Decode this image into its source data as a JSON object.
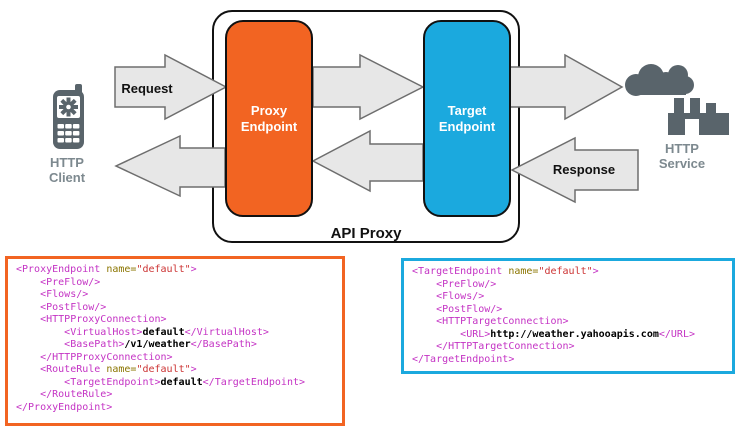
{
  "colors": {
    "proxy-orange": "#F26422",
    "target-blue": "#1BA9DE",
    "icon-slate": "#59646B",
    "icon-label-gray": "#7D898F",
    "arrow-fill": "#E7E7E7",
    "arrow-stroke": "#6E6E6E",
    "syn-tag": "#C433C4",
    "syn-attr": "#8B7500",
    "syn-value": "#CC3333",
    "syn-text": "#000000"
  },
  "diagram": {
    "api_proxy_label": "API Proxy",
    "proxy_endpoint_label": "Proxy Endpoint",
    "target_endpoint_label": "Target Endpoint",
    "http_client_label": "HTTP Client",
    "http_service_label": "HTTP Service",
    "request_label": "Request",
    "response_label": "Response"
  },
  "code_blocks": {
    "proxy_endpoint_xml": {
      "lines": [
        "<ProxyEndpoint name=\"default\">",
        "    <PreFlow/>",
        "    <Flows/>",
        "    <PostFlow/>",
        "    <HTTPProxyConnection>",
        "        <VirtualHost>default</VirtualHost>",
        "        <BasePath>/v1/weather</BasePath>",
        "    </HTTPProxyConnection>",
        "    <RouteRule name=\"default\">",
        "        <TargetEndpoint>default</TargetEndpoint>",
        "    </RouteRule>",
        "</ProxyEndpoint>"
      ]
    },
    "target_endpoint_xml": {
      "lines": [
        "<TargetEndpoint name=\"default\">",
        "    <PreFlow/>",
        "    <Flows/>",
        "    <PostFlow/>",
        "    <HTTPTargetConnection>",
        "        <URL>http://weather.yahooapis.com</URL>",
        "    </HTTPTargetConnection>",
        "</TargetEndpoint>"
      ]
    }
  }
}
